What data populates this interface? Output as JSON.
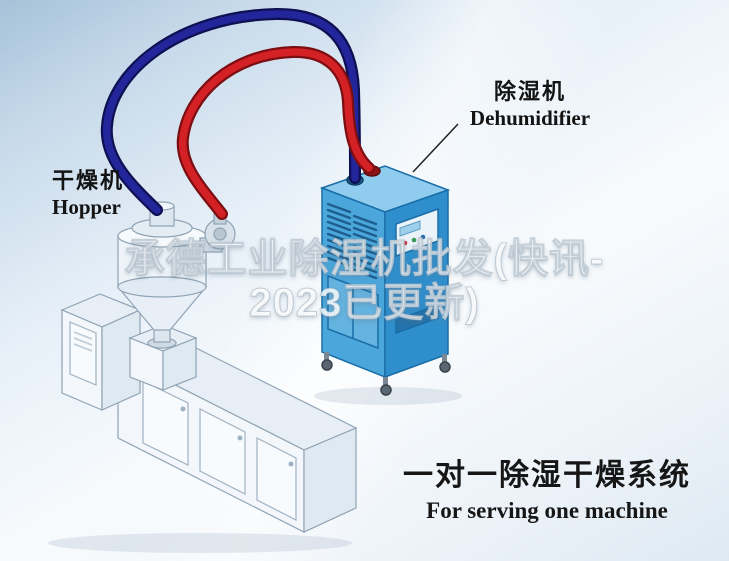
{
  "scene": {
    "labels": {
      "hopper": {
        "cn": "干燥机",
        "en": "Hopper"
      },
      "dehumidifier": {
        "cn": "除湿机",
        "en": "Dehumidifier"
      }
    },
    "watermark": {
      "line1": "承德工业除湿机批发(快讯-",
      "line2": "2023已更新)"
    },
    "caption": {
      "cn": "一对一除湿干燥系统",
      "en": "For serving one machine"
    }
  },
  "colors": {
    "pipe_red": "#d32126",
    "pipe_red_outline": "#7c0e12",
    "pipe_blue": "#23269b",
    "pipe_blue_outline": "#0e1052",
    "dehumidifier_front": "#4ba7db",
    "dehumidifier_side": "#2f8fcd",
    "dehumidifier_top": "#8fccee",
    "dehumidifier_edge": "#1a6ea8",
    "vent_slot": "#1d5e8e",
    "panel_face": "#eaf3f9",
    "machine_body": "#f3f7fb",
    "machine_shade": "#dfe9f1",
    "machine_top": "#e7eef5",
    "outline": "#8fa3b5",
    "text": "#141414"
  }
}
